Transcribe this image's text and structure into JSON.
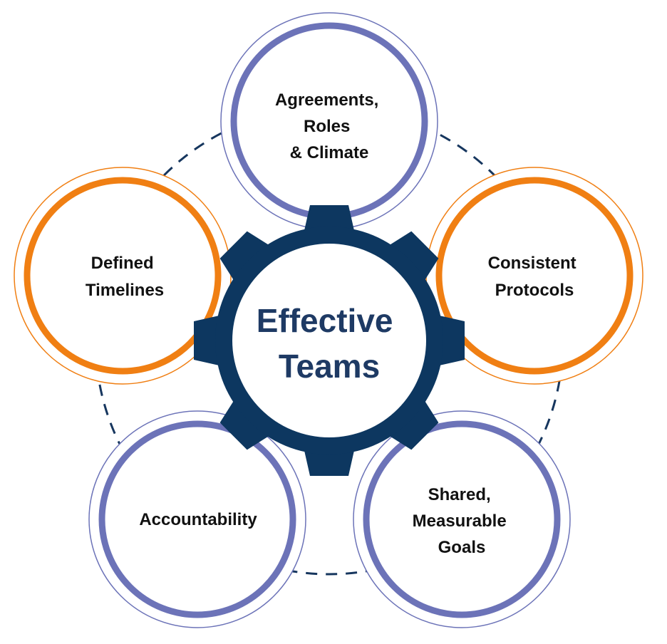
{
  "center": {
    "lines": [
      "Effective",
      "Teams"
    ]
  },
  "nodes": [
    {
      "id": "agreements",
      "lines": [
        "Agreements,",
        "Roles",
        "& Climate"
      ],
      "color": "#6c73b8"
    },
    {
      "id": "protocols",
      "lines": [
        "Consistent",
        "Protocols"
      ],
      "color": "#f07f13"
    },
    {
      "id": "goals",
      "lines": [
        "Shared,",
        "Measurable",
        "Goals"
      ],
      "color": "#6c73b8"
    },
    {
      "id": "accountability",
      "lines": [
        "Accountability"
      ],
      "color": "#6c73b8"
    },
    {
      "id": "timelines",
      "lines": [
        "Defined",
        "Timelines"
      ],
      "color": "#f07f13"
    }
  ],
  "colors": {
    "gear": "#0d3760",
    "center_text": "#1e3a64",
    "ring_dashed": "#16365e",
    "purple": "#6c73b8",
    "orange": "#f07f13"
  }
}
